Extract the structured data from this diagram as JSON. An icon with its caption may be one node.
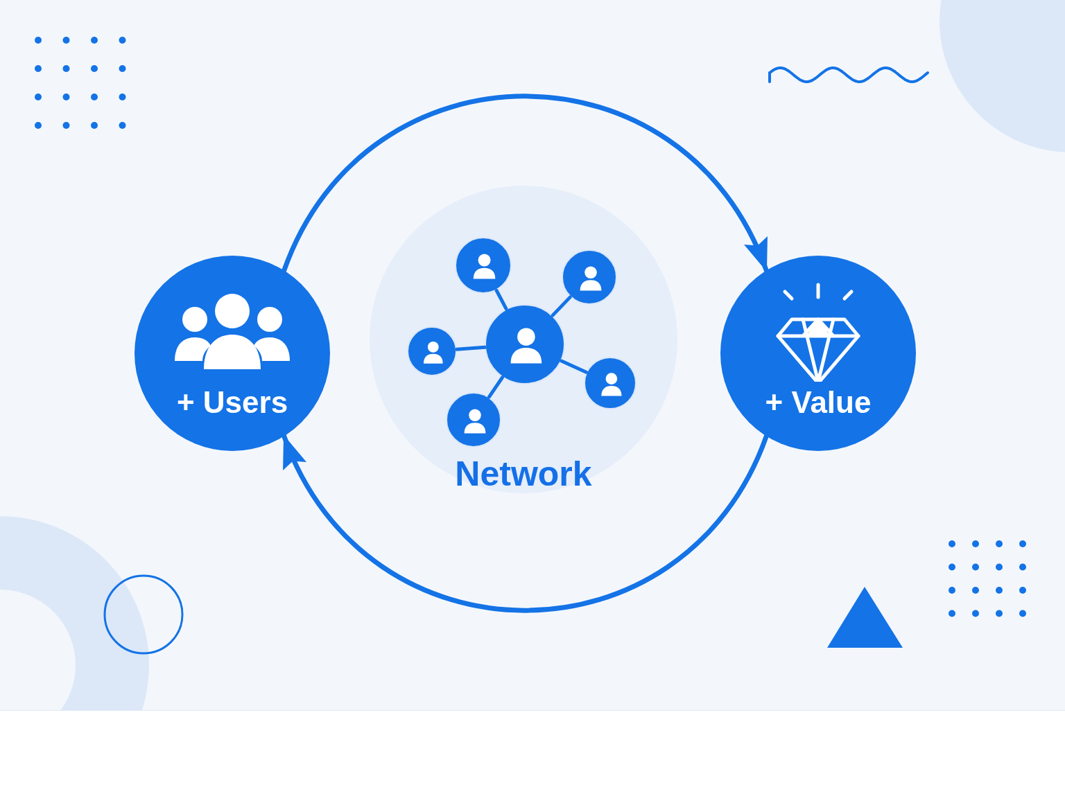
{
  "diagram": {
    "nodes": [
      {
        "text": [
          "+ Users"
        ]
      },
      {
        "text": [
          "Network"
        ]
      },
      {
        "text": [],
        "shape": "circle",
        "in": 1
      },
      {
        "text": [],
        "shape": "circle",
        "in": 1
      },
      {
        "text": [],
        "shape": "circle",
        "in": 1
      },
      {
        "text": [],
        "shape": "circle",
        "in": 1
      },
      {
        "text": [],
        "shape": "circle",
        "in": 1
      },
      {
        "text": [],
        "shape": "circle",
        "in": 1
      },
      {
        "text": [
          "+ Value"
        ]
      }
    ],
    "edges": [
      {
        "from": 0,
        "to": 8,
        "arrow": "to"
      },
      {
        "from": 8,
        "to": 0,
        "arrow": "to"
      },
      {
        "from": 2,
        "to": 3,
        "arrow": "none"
      },
      {
        "from": 2,
        "to": 4,
        "arrow": "none"
      },
      {
        "from": 2,
        "to": 5,
        "arrow": "none"
      },
      {
        "from": 2,
        "to": 6,
        "arrow": "none"
      },
      {
        "from": 2,
        "to": 7,
        "arrow": "none"
      }
    ]
  }
}
